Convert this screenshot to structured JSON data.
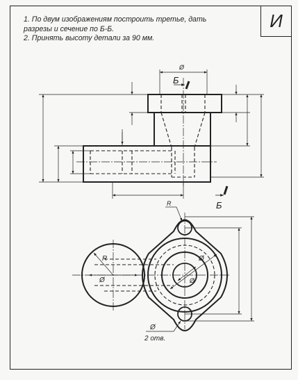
{
  "sheet": {
    "variant_letter": "И",
    "instructions": [
      "1. По двум изображениям построить третье, дать",
      "разрезы и сечение по Б-Б.",
      "2. Принять высоту детали за 90 мм."
    ]
  },
  "drawing": {
    "section_label_top": "Б",
    "section_label_bottom": "Б",
    "diameter_symbol": "Ø",
    "radius_label_top": "R",
    "radius_label_left": "R",
    "holes_note": "2 отв."
  },
  "colors": {
    "line": "#222222",
    "paper": "#f7f7f5"
  }
}
